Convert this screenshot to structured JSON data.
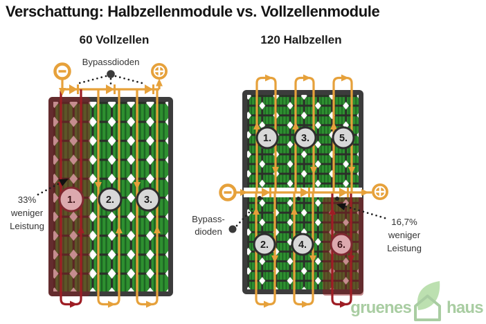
{
  "title": "Verschattung: Halbzellenmodule vs. Vollzellenmodule",
  "left": {
    "heading": "60 Vollzellen",
    "bypass_label": "Bypassdioden",
    "loss_annotation": [
      "33%",
      "weniger",
      "Leistung"
    ],
    "cells": [
      "1.",
      "2.",
      "3."
    ],
    "shaded_cell": "1.",
    "power_loss": "33%"
  },
  "right": {
    "heading": "120 Halbzellen",
    "bypass_label": [
      "Bypass-",
      "dioden"
    ],
    "loss_annotation": [
      "16,7%",
      "weniger",
      "Leistung"
    ],
    "cells_top": [
      "1.",
      "3.",
      "5."
    ],
    "cells_bottom": [
      "2.",
      "4.",
      "6."
    ],
    "shaded_cell": "6.",
    "power_loss": "16,7%"
  },
  "terminals": {
    "minus": "−",
    "plus": "+"
  },
  "logo": {
    "word1": "gruenes",
    "word2": "haus"
  },
  "colors": {
    "wire_orange": "#E6A13B",
    "wire_dark_red": "#9E1D24",
    "cell_green": "#2E9030",
    "shade_overlay": "#8C1B20",
    "frame_gray": "#3C3C3C",
    "logo_green": "#A9CDA2"
  }
}
